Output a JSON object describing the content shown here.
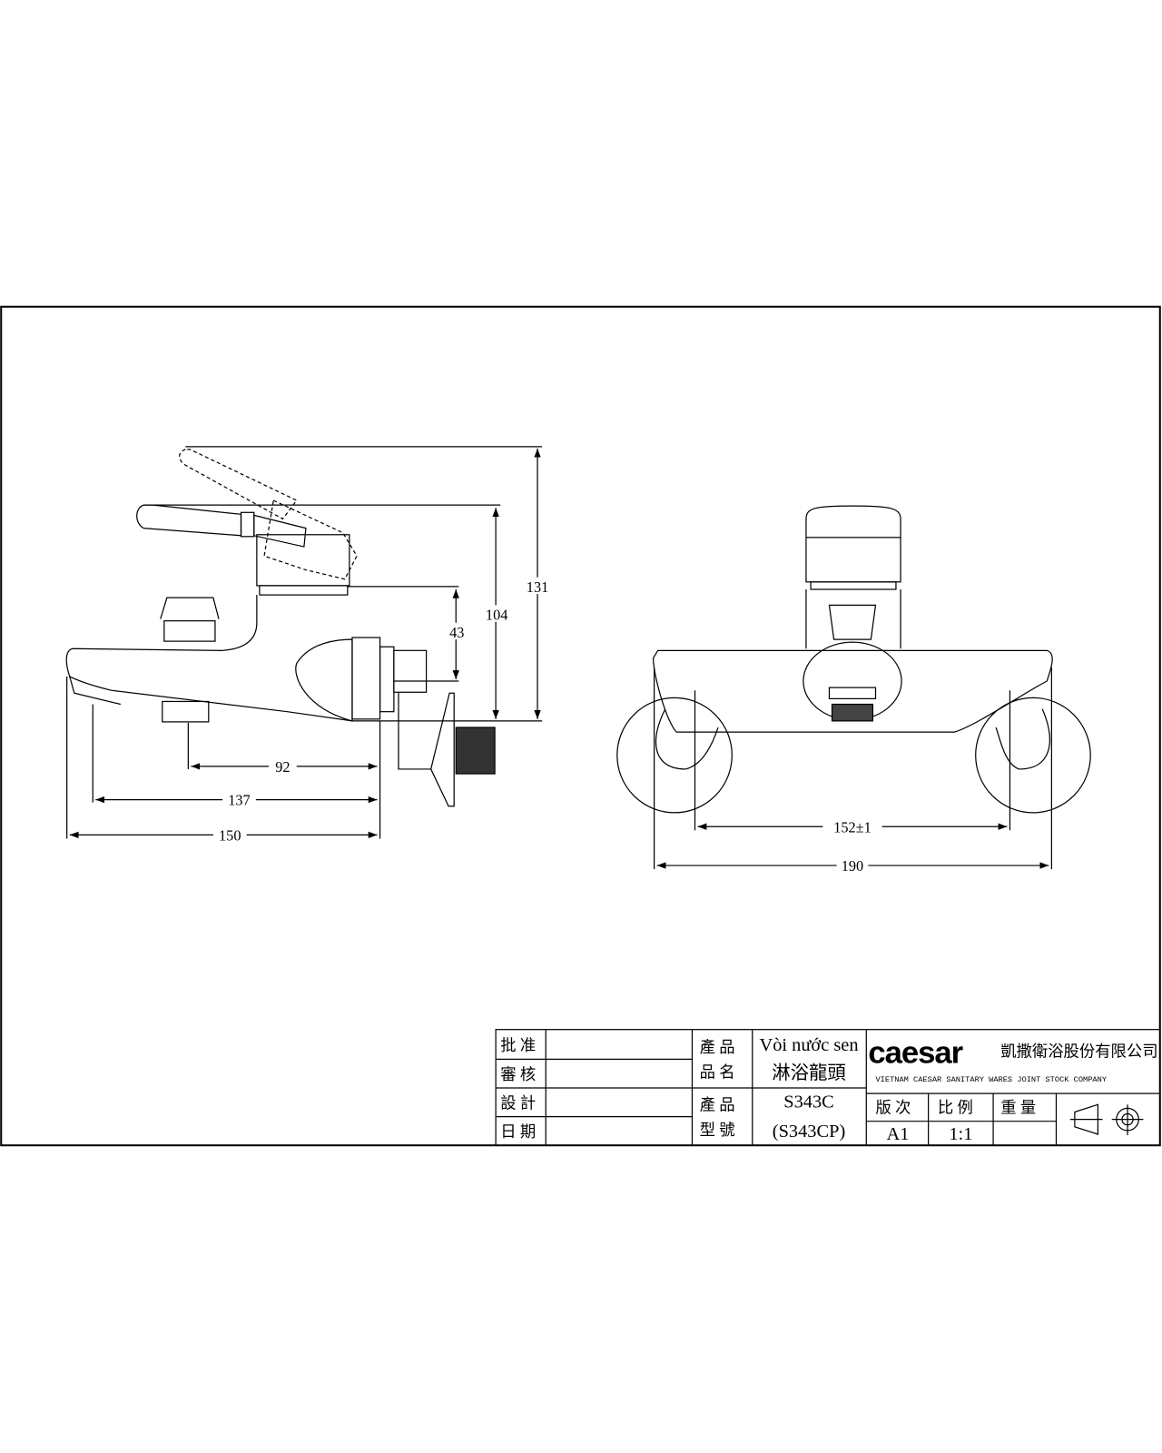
{
  "dimensions": {
    "side_view": {
      "d92": "92",
      "d137": "137",
      "d150": "150",
      "d43": "43",
      "d104": "104",
      "d131": "131"
    },
    "front_view": {
      "d152": "152±1",
      "d190": "190"
    }
  },
  "title_block": {
    "approve_label": "批 准",
    "review_label": "審 核",
    "design_label": "設 計",
    "date_label": "日 期",
    "product_name_label_1": "產 品",
    "product_name_label_2": "品 名",
    "product_name_vi": "Vòi nước sen",
    "product_name_zh": "淋浴龍頭",
    "model_label_1": "產 品",
    "model_label_2": "型 號",
    "model": "S343C",
    "model_alt": "(S343CP)",
    "company_logo": "caesar",
    "company_name_zh": "凱撒衛浴股份有限公司",
    "company_name_en": "VIETNAM CAESAR SANITARY WARES JOINT STOCK COMPANY",
    "revision_label": "版 次",
    "scale_label": "比 例",
    "weight_label": "重 量",
    "revision": "A1",
    "scale": "1:1",
    "weight": ""
  }
}
